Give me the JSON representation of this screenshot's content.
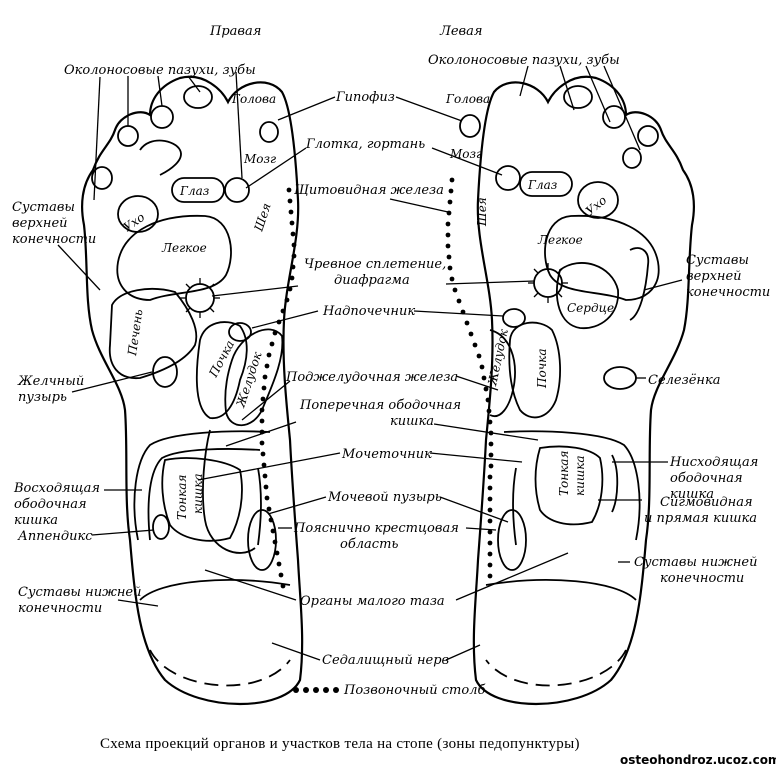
{
  "headers": {
    "right": "Правая",
    "left": "Левая"
  },
  "labels": {
    "sinuses": "Околоносовые пазухи, зубы",
    "head": "Голова",
    "pituitary": "Гипофиз",
    "brain": "Мозг",
    "throat": "Глотка, гортань",
    "eye": "Глаз",
    "ear": "Ухо",
    "neck": "Шея",
    "thyroid": "Щитовидная железа",
    "upper_joints": [
      "Суставы",
      "верхней",
      "конечности"
    ],
    "lung": "Легкое",
    "solar": [
      "Чревное сплетение,",
      "диафрагма"
    ],
    "heart": "Сердце",
    "adrenal": "Надпочечник",
    "liver": "Печень",
    "kidney": "Почка",
    "stomach": "Желудок",
    "gallbladder": [
      "Желчный",
      "пузырь"
    ],
    "pancreas": "Поджелудочная  железа",
    "spleen": "Селезёнка",
    "transverse_colon": [
      "Поперечная ободочная",
      "кишка"
    ],
    "descending_colon": [
      "Нисходящая",
      "ободочная",
      "кишка"
    ],
    "ureter": "Мочеточник",
    "ascending_colon": [
      "Восходящая",
      "ободочная",
      "кишка"
    ],
    "small_intestine": [
      "Тонкая",
      "кишка"
    ],
    "sigmoid": [
      "Сигмовидная",
      "и прямая кишка"
    ],
    "bladder": "Мочевой пузырь",
    "appendix": "Аппендикс",
    "lumbosacral": [
      "Пояснично крестцовая",
      "область"
    ],
    "lower_joints": [
      "Суставы нижней",
      "конечности"
    ],
    "pelvic": "Органы малого таза",
    "sciatic": "Седалищный нерв",
    "spine": "Позвоночный столб"
  },
  "caption": "Схема проекций органов и участков тела на стопе (зоны педопунктуры)",
  "watermark": "osteohondroz.ucoz.com"
}
